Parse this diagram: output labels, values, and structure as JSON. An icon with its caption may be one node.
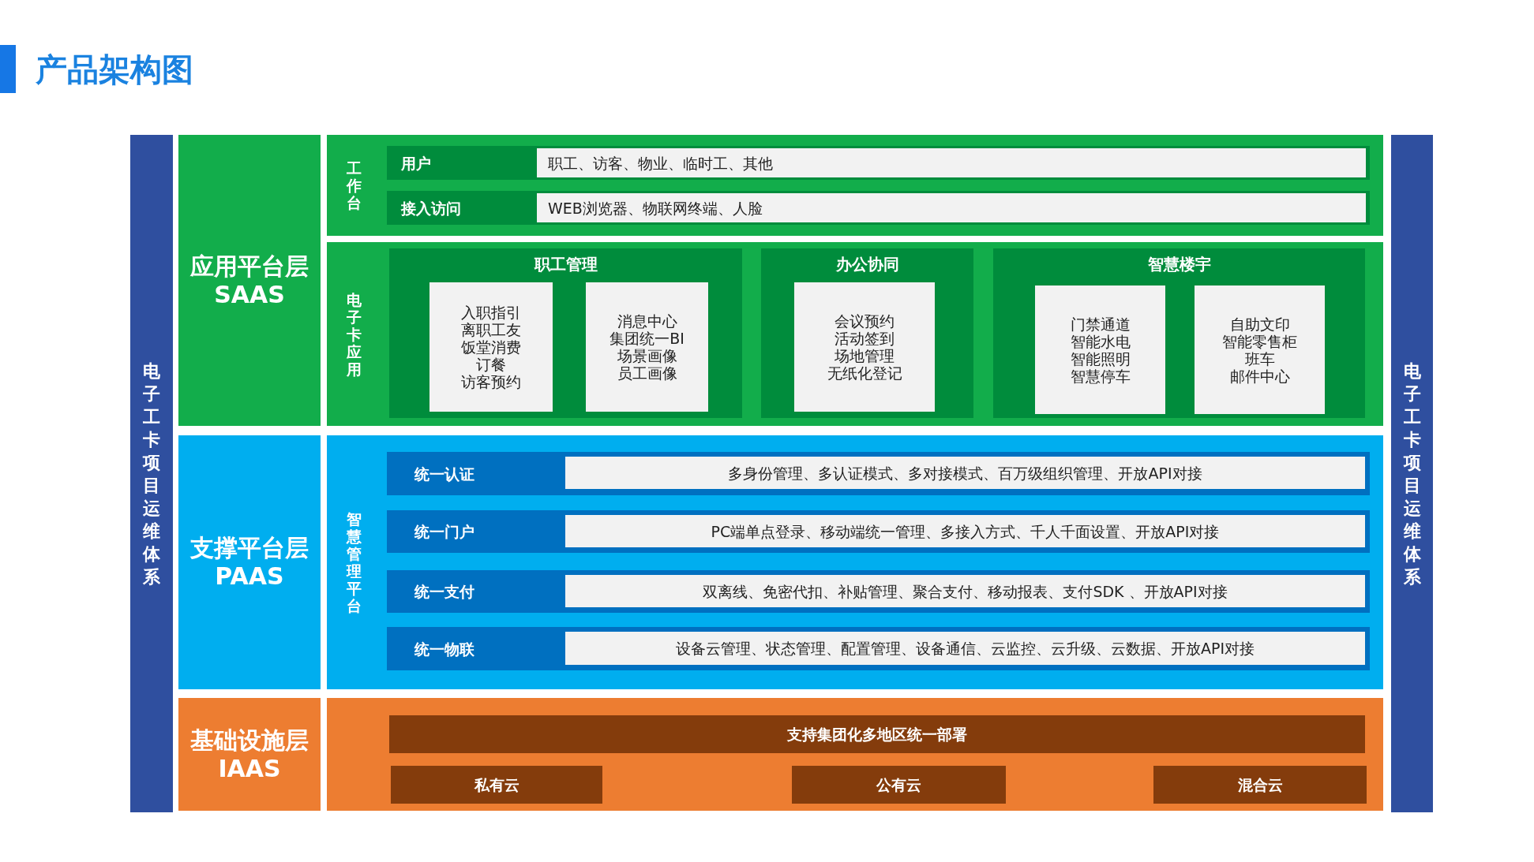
{
  "diagram": {
    "title": "产品架构图",
    "nodes": [
      {
        "text": [
          "电子工卡项目运维体系"
        ]
      },
      {
        "text": [
          "应用平台层",
          "SAAS"
        ]
      },
      {
        "text": [
          "工作台"
        ]
      },
      {
        "text": [
          "用户"
        ],
        "in": 2
      },
      {
        "text": [
          "职工、访客、物业、临时工、其他"
        ],
        "in": 3
      },
      {
        "text": [
          "接入访问"
        ],
        "in": 2
      },
      {
        "text": [
          "WEB浏览器、物联网终端、人脸"
        ],
        "in": 5
      },
      {
        "text": [
          "电子卡应用"
        ]
      },
      {
        "text": [
          "职工管理"
        ],
        "in": 7
      },
      {
        "text": [
          "入职指引",
          "离职工友",
          "饭堂消费",
          "订餐",
          "访客预约"
        ],
        "in": 8
      },
      {
        "text": [
          "消息中心",
          "集团统一BI",
          "场景画像",
          "员工画像"
        ],
        "in": 8
      },
      {
        "text": [
          "办公协同"
        ],
        "in": 7
      },
      {
        "text": [
          "会议预约",
          "活动签到",
          "场地管理",
          "无纸化登记"
        ],
        "in": 11
      },
      {
        "text": [
          "智慧楼宇"
        ],
        "in": 7
      },
      {
        "text": [
          "门禁通道",
          "智能水电",
          "智能照明",
          "智慧停车"
        ],
        "in": 13
      },
      {
        "text": [
          "自助文印",
          "智能零售柜",
          "班车",
          "邮件中心"
        ],
        "in": 13
      },
      {
        "text": [
          "支撑平台层",
          "PAAS"
        ]
      },
      {
        "text": [
          "智慧管理平台"
        ]
      },
      {
        "text": [
          "统一认证"
        ],
        "in": 17
      },
      {
        "text": [
          "多身份管理、多认证模式、多对接模式、百万级组织管理、开放API对接"
        ],
        "in": 18
      },
      {
        "text": [
          "统一门户"
        ],
        "in": 17
      },
      {
        "text": [
          "PC端单点登录、移动端统一管理、多接入方式、千人千面设置、开放API对接"
        ],
        "in": 20
      },
      {
        "text": [
          "统一支付"
        ],
        "in": 17
      },
      {
        "text": [
          "双离线、免密代扣、补贴管理、聚合支付、移动报表、支付SDK 、开放API对接"
        ],
        "in": 22
      },
      {
        "text": [
          "统一物联"
        ],
        "in": 17
      },
      {
        "text": [
          "设备云管理、状态管理、配置管理、设备通信、云监控、云升级、云数据、开放API对接"
        ],
        "in": 24
      },
      {
        "text": [
          "基础设施层",
          "IAAS"
        ]
      },
      {
        "text": [],
        "shape": "box"
      },
      {
        "text": [
          "支持集团化多地区统一部署"
        ],
        "in": 27
      },
      {
        "text": [
          "私有云"
        ],
        "in": 27
      },
      {
        "text": [
          "公有云"
        ],
        "in": 27
      },
      {
        "text": [
          "混合云"
        ],
        "in": 27
      },
      {
        "text": [
          "电子工卡项目运维体系"
        ]
      }
    ]
  }
}
